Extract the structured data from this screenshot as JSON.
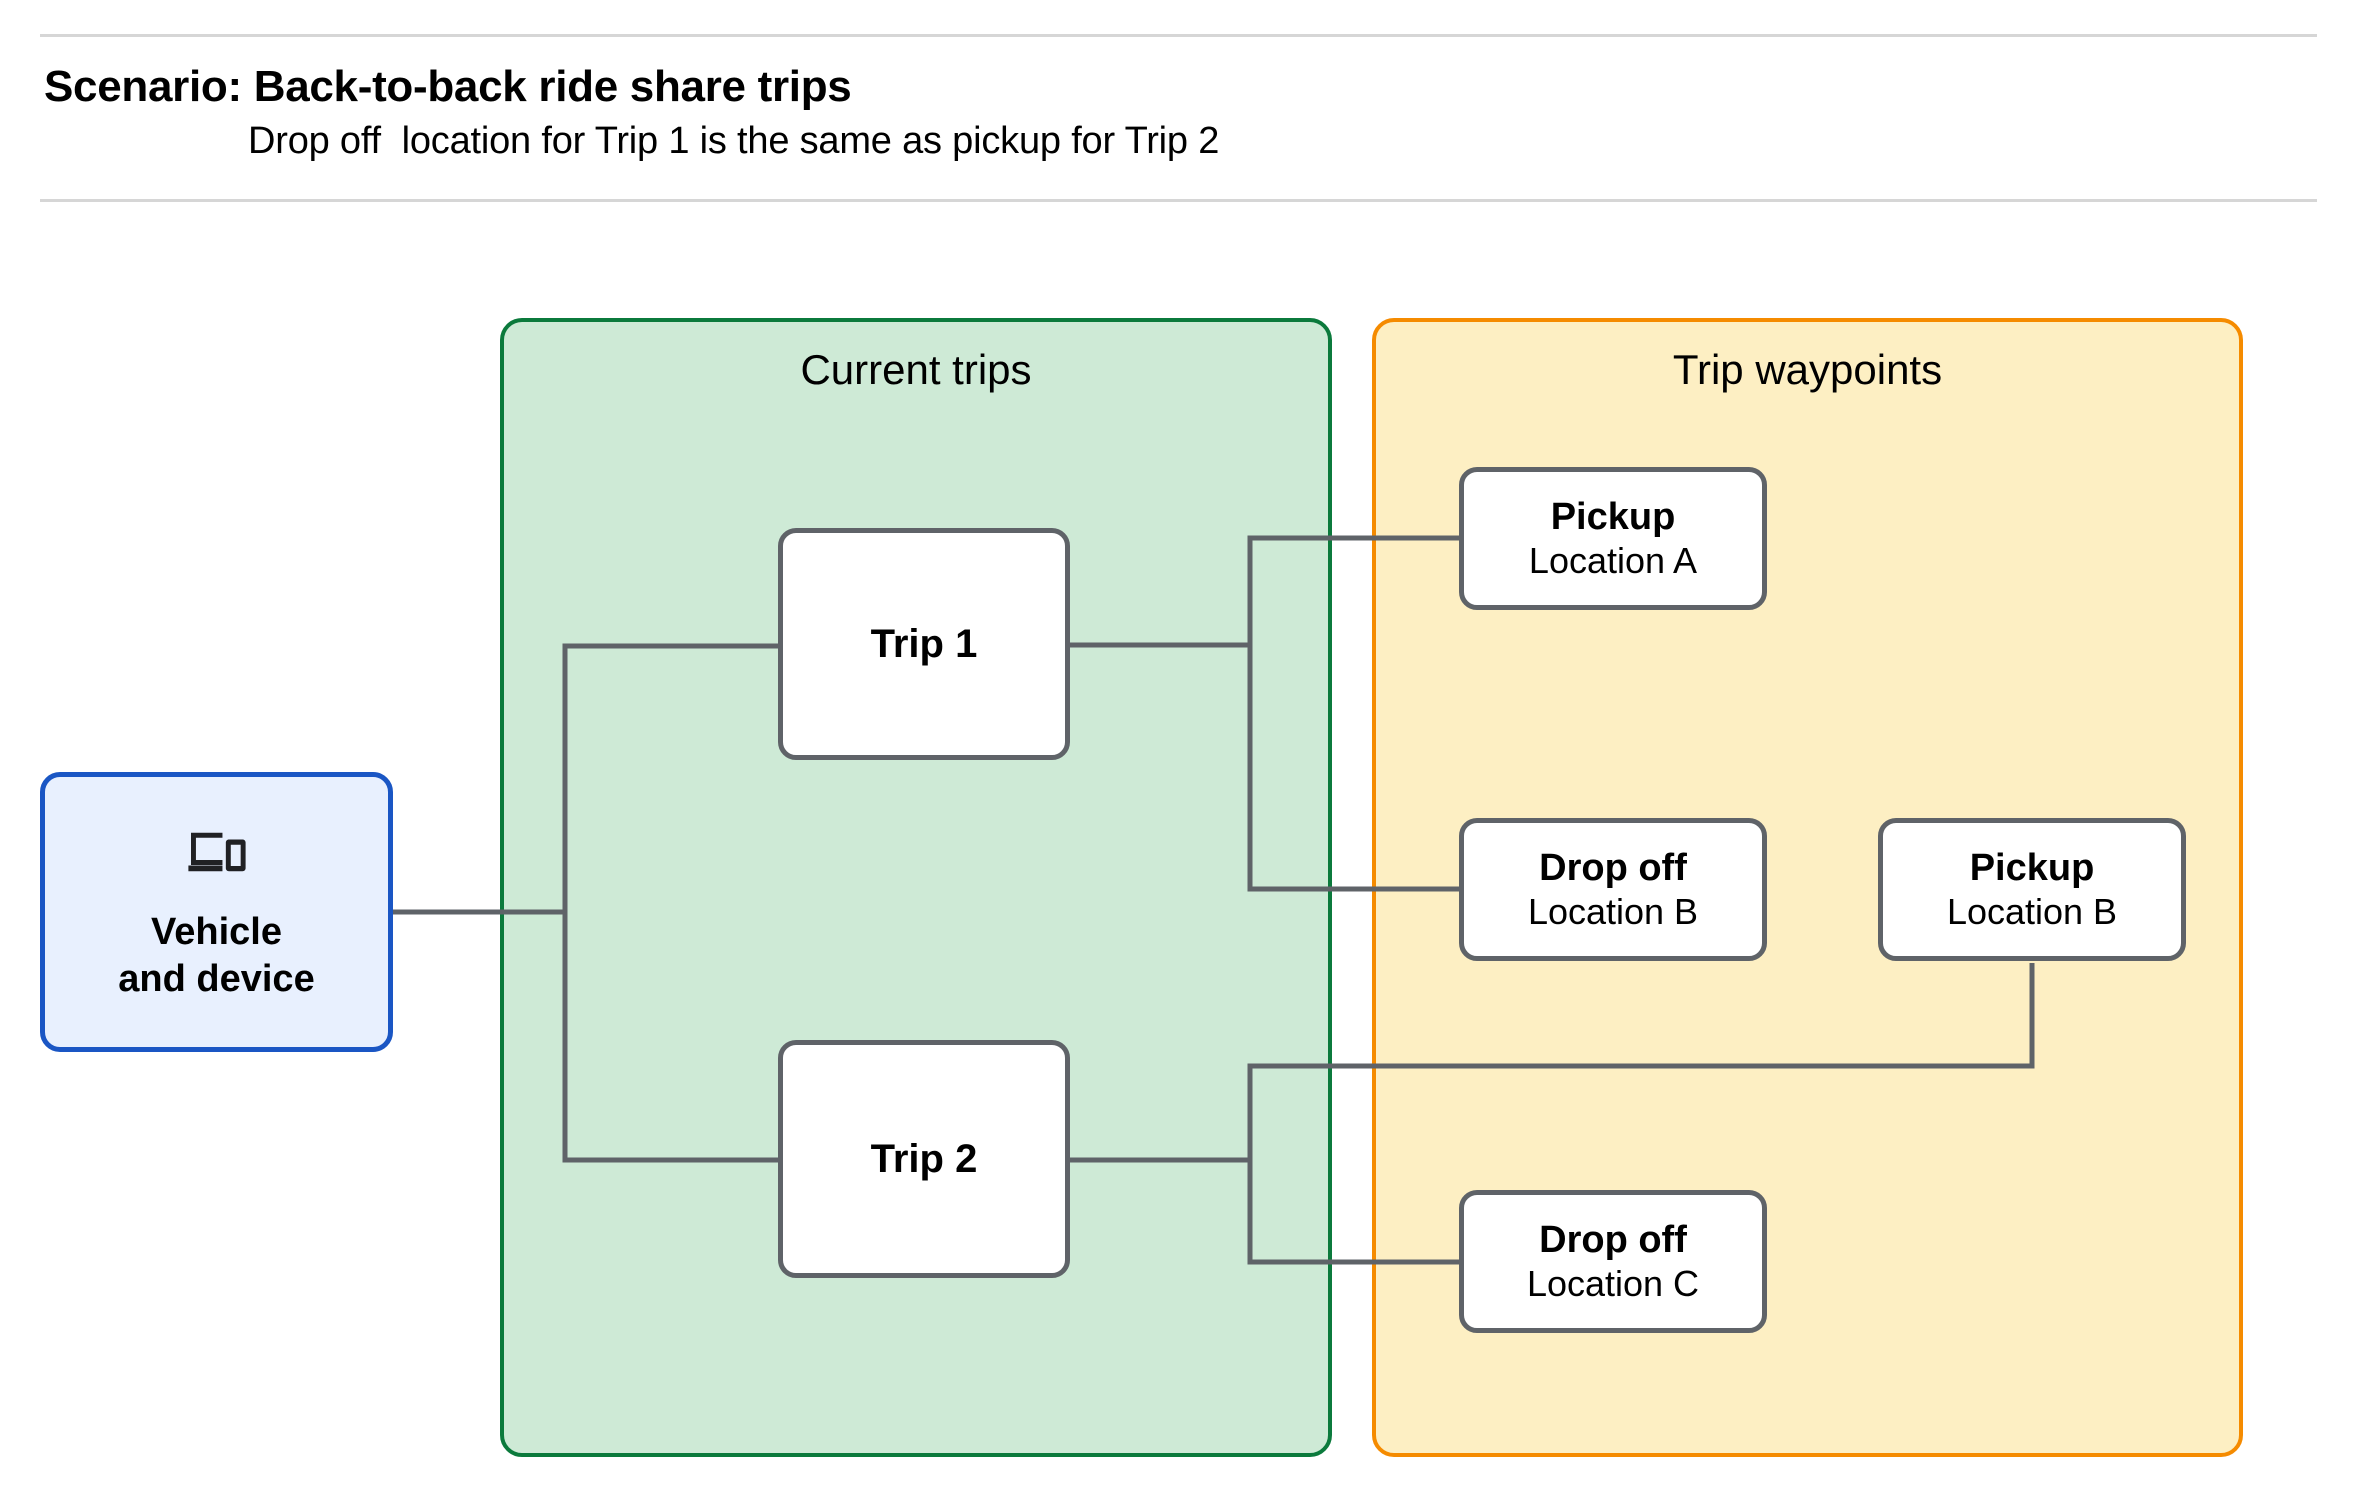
{
  "header": {
    "title": "Scenario: Back-to-back ride share trips",
    "subtitle": "Drop off  location for Trip 1 is the same as pickup for Trip 2"
  },
  "panels": {
    "current_trips": {
      "title": "Current trips",
      "fill": "#ceead6",
      "border": "#0b7a3c"
    },
    "trip_waypoints": {
      "title": "Trip waypoints",
      "fill": "#fdefc3",
      "border": "#f58b00"
    }
  },
  "nodes": {
    "vehicle": {
      "label": "Vehicle\nand device",
      "icon": "devices-icon",
      "fill": "#e8f0fe",
      "border": "#1a56c4"
    },
    "trip1": {
      "label": "Trip 1"
    },
    "trip2": {
      "label": "Trip 2"
    },
    "pickup_a": {
      "title": "Pickup",
      "sub": "Location A"
    },
    "dropoff_b": {
      "title": "Drop off",
      "sub": "Location B"
    },
    "pickup_b": {
      "title": "Pickup",
      "sub": "Location B"
    },
    "dropoff_c": {
      "title": "Drop off",
      "sub": "Location C"
    }
  },
  "colors": {
    "connector": "#5f6368",
    "node_border": "#5f6368",
    "node_fill": "#ffffff",
    "rule": "#d6d6d6",
    "page_background": "#ffffff"
  },
  "edges": [
    {
      "from": "vehicle",
      "to": "trip1",
      "name": "edge-vehicle-trip1"
    },
    {
      "from": "vehicle",
      "to": "trip2",
      "name": "edge-vehicle-trip2"
    },
    {
      "from": "trip1",
      "to": "pickup_a",
      "name": "edge-trip1-pickup-a"
    },
    {
      "from": "trip1",
      "to": "dropoff_b",
      "name": "edge-trip1-dropoff-b"
    },
    {
      "from": "trip2",
      "to": "pickup_b",
      "name": "edge-trip2-pickup-b"
    },
    {
      "from": "trip2",
      "to": "dropoff_c",
      "name": "edge-trip2-dropoff-c"
    }
  ]
}
